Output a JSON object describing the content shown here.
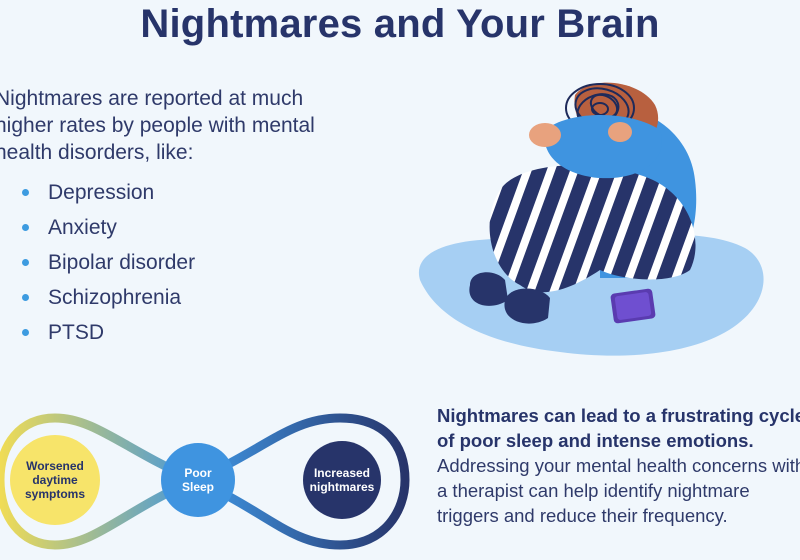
{
  "title": "Nightmares and Your Brain",
  "intro": "Nightmares are reported at much higher rates by people with mental health disorders, like:",
  "disorders": [
    "Depression",
    "Anxiety",
    "Bipolar disorder",
    "Schizophrenia",
    "PTSD"
  ],
  "cycle": {
    "node1": {
      "label": "Worsened daytime symptoms",
      "color": "#f7e46a"
    },
    "node2": {
      "label": "Poor Sleep",
      "color": "#3f94e0"
    },
    "node3": {
      "label": "Increased nightmares",
      "color": "#27346a"
    }
  },
  "body": {
    "bold": "Nightmares can lead to a frustrating cycle of poor sleep and intense emotions.",
    "rest": " Addressing your mental health concerns with a therapist can help identify nightmare triggers and reduce their frequency."
  },
  "colors": {
    "navy": "#27346a",
    "blue": "#3f94e0",
    "yellow": "#f7e46a",
    "background": "#f1f7fc"
  }
}
